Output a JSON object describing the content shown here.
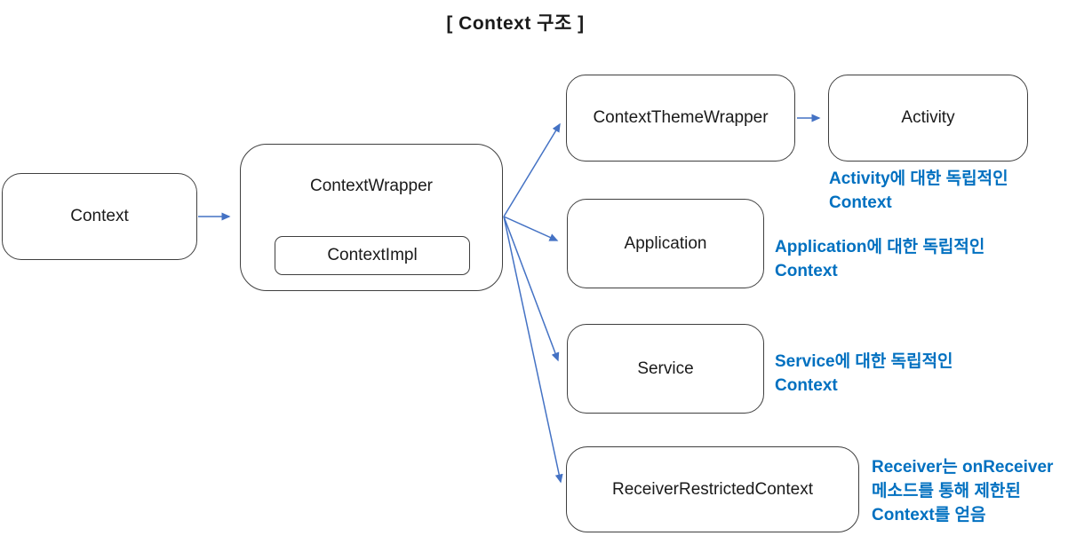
{
  "title": "[ Context 구조 ]",
  "colors": {
    "arrow": "#4472C4",
    "annotation_text": "#0070C0",
    "box_border": "#3f3f3f",
    "box_label": "#1a1a1a"
  },
  "nodes": {
    "context": {
      "label": "Context"
    },
    "context_wrapper": {
      "label": "ContextWrapper"
    },
    "context_impl": {
      "label": "ContextImpl"
    },
    "context_theme_wrapper": {
      "label": "ContextThemeWrapper"
    },
    "activity": {
      "label": "Activity"
    },
    "application": {
      "label": "Application"
    },
    "service": {
      "label": "Service"
    },
    "receiver_restricted_context": {
      "label": "ReceiverRestrictedContext"
    }
  },
  "annotations": {
    "activity": {
      "lines": [
        "Activity에 대한 독립적인",
        "Context"
      ]
    },
    "application": {
      "lines": [
        "Application에 대한 독립적인",
        "Context"
      ]
    },
    "service": {
      "lines": [
        "Service에 대한 독립적인",
        "Context"
      ]
    },
    "receiver": {
      "lines": [
        "Receiver는 onReceiver",
        "메소드를 통해 제한된",
        "Context를 얻음"
      ]
    }
  }
}
